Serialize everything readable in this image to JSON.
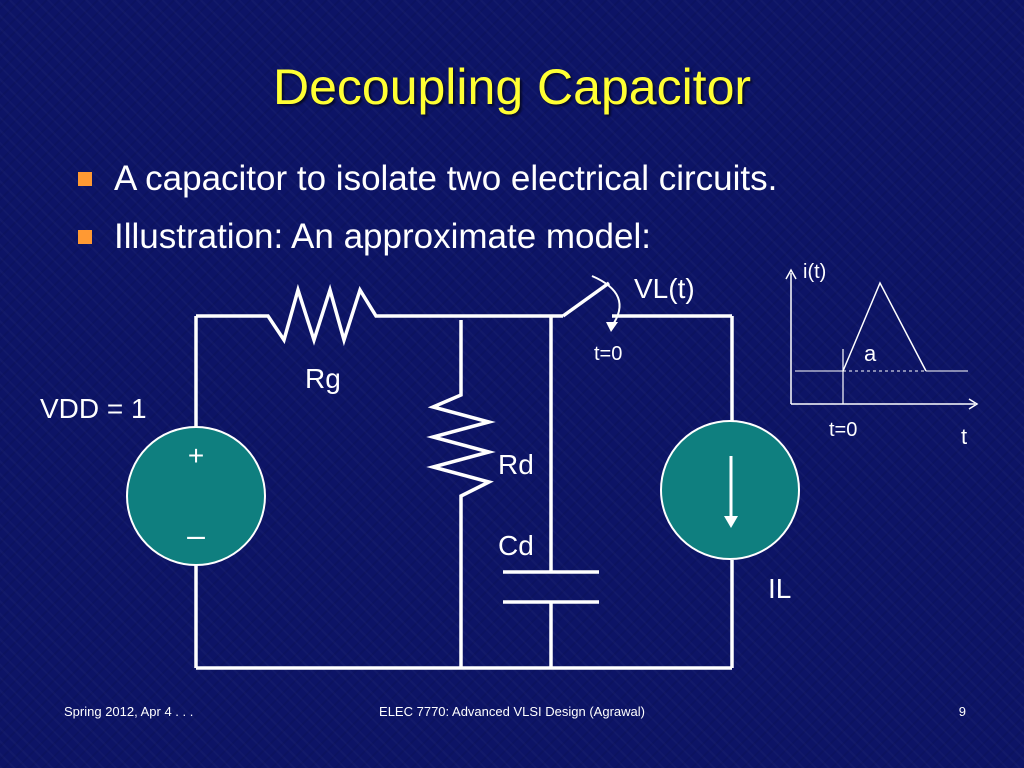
{
  "slide": {
    "title": "Decoupling Capacitor",
    "bullets": [
      "A capacitor to isolate two electrical circuits.",
      "Illustration: An approximate model:"
    ]
  },
  "circuit": {
    "rg_label": "Rg",
    "rd_label": "Rd",
    "cd_label": "Cd",
    "vdd_label": "VDD = 1",
    "vl_label": "VL(t)",
    "switch_label": "t=0",
    "il_label": "IL",
    "plus_sign": "+",
    "minus_sign": "–"
  },
  "waveform": {
    "y_label": "i(t)",
    "x_label": "t",
    "t0_label": "t=0",
    "peak_label": "a"
  },
  "footer": {
    "left": "Spring 2012, Apr 4 . . .",
    "center": "ELEC 7770: Advanced VLSI Design (Agrawal)",
    "page_number": "9"
  },
  "colors": {
    "background": "#0d1466",
    "title": "#ffff33",
    "bullet_marker": "#ff9933",
    "source_fill": "#0f7f7f"
  }
}
